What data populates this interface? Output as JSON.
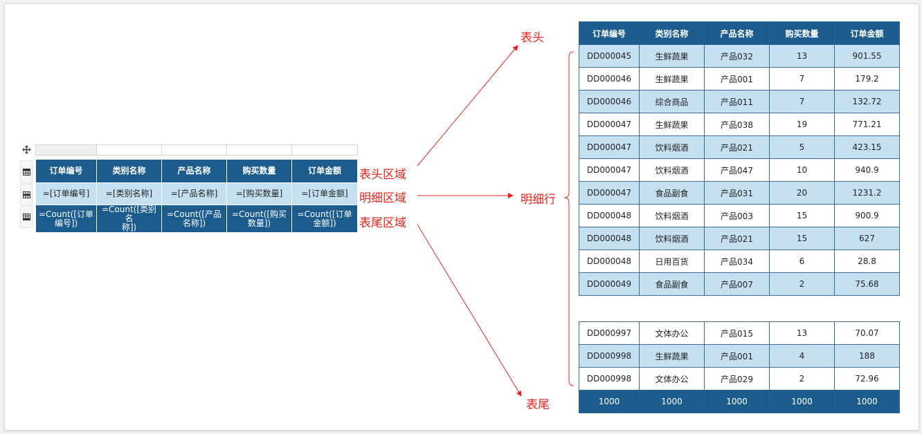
{
  "designer": {
    "header": [
      "订单编号",
      "类别名称",
      "产品名称",
      "购买数量",
      "订单金额"
    ],
    "detail": [
      "=[订单编号]",
      "=[类别名称]",
      "=[产品名称]",
      "=[购买数量]",
      "=[订单金额]"
    ],
    "footer": [
      [
        "=Count([订单",
        "编号])"
      ],
      [
        "=Count([类别名",
        "称])"
      ],
      [
        "=Count([产品",
        "名称])"
      ],
      [
        "=Count([购买",
        "数量])"
      ],
      [
        "=Count([订单",
        "金额])"
      ]
    ],
    "icons": {
      "move": "move-icon",
      "header_row": "header-row-icon",
      "detail_row": "detail-row-icon",
      "footer_row": "footer-row-icon",
      "cell_menu": "cell-menu-icon"
    }
  },
  "zones": {
    "header": "表头区域",
    "detail": "明细区域",
    "footer": "表尾区域"
  },
  "callouts": {
    "header": "表头",
    "detail": "明细行",
    "footer": "表尾"
  },
  "preview": {
    "header": [
      "订单编号",
      "类别名称",
      "产品名称",
      "购买数量",
      "订单金额"
    ],
    "rows_top": [
      [
        "DD000045",
        "生鲜蔬果",
        "产品032",
        "13",
        "901.55"
      ],
      [
        "DD000046",
        "生鲜蔬果",
        "产品001",
        "7",
        "179.2"
      ],
      [
        "DD000046",
        "综合商品",
        "产品011",
        "7",
        "132.72"
      ],
      [
        "DD000047",
        "生鲜蔬果",
        "产品038",
        "19",
        "771.21"
      ],
      [
        "DD000047",
        "饮料烟酒",
        "产品021",
        "5",
        "423.15"
      ],
      [
        "DD000047",
        "饮料烟酒",
        "产品047",
        "10",
        "940.9"
      ],
      [
        "DD000047",
        "食品副食",
        "产品031",
        "20",
        "1231.2"
      ],
      [
        "DD000048",
        "饮料烟酒",
        "产品003",
        "15",
        "900.9"
      ],
      [
        "DD000048",
        "饮料烟酒",
        "产品021",
        "15",
        "627"
      ],
      [
        "DD000048",
        "日用百货",
        "产品034",
        "6",
        "28.8"
      ],
      [
        "DD000049",
        "食品副食",
        "产品007",
        "2",
        "75.68"
      ]
    ],
    "rows_bottom": [
      [
        "DD000997",
        "文体办公",
        "产品015",
        "13",
        "70.07"
      ],
      [
        "DD000998",
        "生鲜蔬果",
        "产品001",
        "4",
        "188"
      ],
      [
        "DD000998",
        "文体办公",
        "产品029",
        "2",
        "72.96"
      ]
    ],
    "footer": [
      "1000",
      "1000",
      "1000",
      "1000",
      "1000"
    ]
  },
  "colors": {
    "header_bg": "#1b5c8c",
    "alt_row_bg": "#c5e0f1",
    "annotation": "#e8231b"
  }
}
